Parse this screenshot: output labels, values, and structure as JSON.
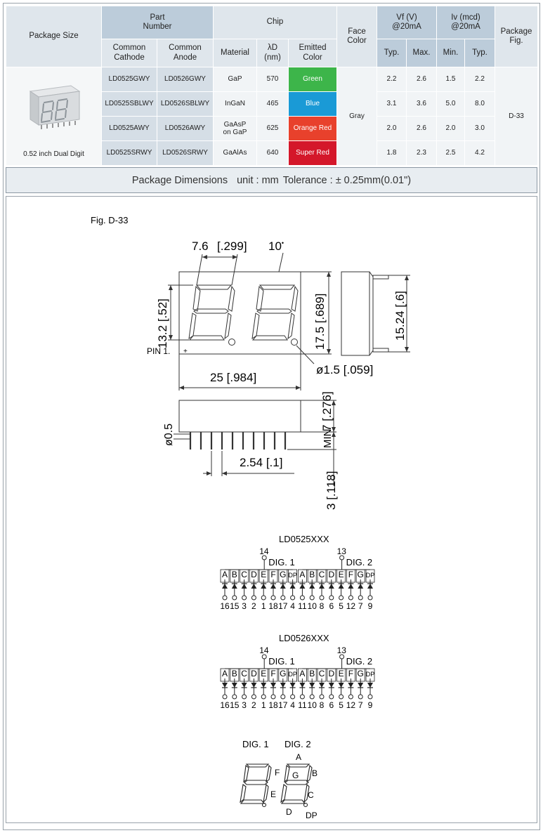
{
  "table": {
    "h_package_size": "Package Size",
    "h_part_number": "Part Number",
    "h_common_cathode": "Common Cathode",
    "h_common_anode": "Common Anode",
    "h_chip": "Chip",
    "h_material": "Material",
    "h_wavelength": "λD (nm)",
    "h_emitted": "Emitted Color",
    "h_face": "Face Color",
    "h_vf": "Vf (V) @20mA",
    "h_iv": "Iv (mcd) @20mA",
    "h_pkgfig": "Package Fig.",
    "h_typ": "Typ.",
    "h_max": "Max.",
    "h_min": "Min.",
    "h_typ2": "Typ.",
    "package_caption": "0.52 inch Dual Digit",
    "face_color": "Gray",
    "package_fig": "D-33",
    "rows": [
      {
        "cc": "LD0525GWY",
        "ca": "LD0526GWY",
        "material": "GaP",
        "wl": "570",
        "color": "Green",
        "color_hex": "#3db54a",
        "vf_typ": "2.2",
        "vf_max": "2.6",
        "iv_min": "1.5",
        "iv_typ": "2.2"
      },
      {
        "cc": "LD0525SBLWY",
        "ca": "LD0526SBLWY",
        "material": "InGaN",
        "wl": "465",
        "color": "Blue",
        "color_hex": "#1a9ad6",
        "vf_typ": "3.1",
        "vf_max": "3.6",
        "iv_min": "5.0",
        "iv_typ": "8.0"
      },
      {
        "cc": "LD0525AWY",
        "ca": "LD0526AWY",
        "material": "GaAsP on GaP",
        "wl": "625",
        "color": "Orange Red",
        "color_hex": "#e8412c",
        "vf_typ": "2.0",
        "vf_max": "2.6",
        "iv_min": "2.0",
        "iv_typ": "3.0"
      },
      {
        "cc": "LD0525SRWY",
        "ca": "LD0526SRWY",
        "material": "GaAlAs",
        "wl": "640",
        "color": "Super Red",
        "color_hex": "#d4172a",
        "vf_typ": "1.8",
        "vf_max": "2.3",
        "iv_min": "2.5",
        "iv_typ": "4.2"
      }
    ]
  },
  "bar": {
    "title": "Package Dimensions",
    "unit": "unit : mm",
    "tolerance": "Tolerance : ± 0.25mm(0.01\")"
  },
  "drawing": {
    "fig": "Fig. D-33",
    "dim_digit_w": "7.6",
    "dim_digit_w_in": ".299",
    "dim_slant": "10",
    "dim_h": "13.2",
    "dim_h_in": ".52",
    "dim_total_h": "17.5",
    "dim_total_h_in": ".689",
    "dim_w": "25",
    "dim_w_in": ".984",
    "dim_dp": "ø1.5",
    "dim_dp_in": ".059",
    "pin1": "PIN 1.",
    "plus": "+",
    "dim_side": "15.24",
    "dim_side_in": ".6",
    "dim_pin_d": "ø0.5",
    "dim_pitch": "2.54",
    "dim_pitch_in": ".1",
    "dim_body_h": "7",
    "dim_body_h_in": ".276",
    "dim_lead": "3",
    "dim_lead_in": ".118",
    "dim_min": "MIN",
    "sch1_title": "LD0525XXX",
    "sch2_title": "LD0526XXX",
    "dig1": "DIG. 1",
    "dig2": "DIG. 2",
    "common1": "14",
    "common2": "13",
    "segments1": [
      "A",
      "B",
      "C",
      "D",
      "E",
      "F",
      "G",
      "DP"
    ],
    "segments2": [
      "A",
      "B",
      "C",
      "D",
      "E",
      "F",
      "G",
      "DP"
    ],
    "pins1": [
      "16",
      "15",
      "3",
      "2",
      "1",
      "18",
      "17",
      "4"
    ],
    "pins2": [
      "11",
      "10",
      "8",
      "6",
      "5",
      "12",
      "7",
      "9"
    ],
    "seg_labels": {
      "a": "A",
      "b": "B",
      "c": "C",
      "d": "D",
      "e": "E",
      "f": "F",
      "g": "G",
      "dp": "DP"
    }
  }
}
